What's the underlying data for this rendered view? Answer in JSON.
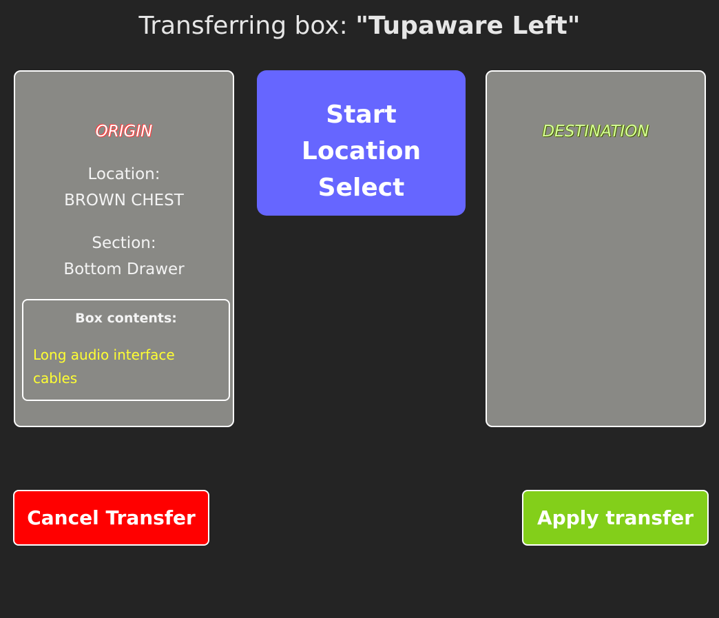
{
  "header": {
    "prefix": "Transferring box: ",
    "box_name": "\"Tupaware Left\""
  },
  "origin": {
    "heading": "ORIGIN",
    "location_label": "Location:",
    "location_value": "BROWN CHEST",
    "section_label": "Section:",
    "section_value": "Bottom Drawer",
    "contents_label": "Box contents:",
    "contents_text": "Long audio interface cables"
  },
  "destination": {
    "heading": "DESTINATION"
  },
  "start_button": {
    "label": "Start Location Select"
  },
  "actions": {
    "cancel_label": "Cancel Transfer",
    "apply_label": "Apply transfer"
  },
  "colors": {
    "background": "#242424",
    "panel": "#898985",
    "start_button": "#6666ff",
    "cancel_button": "#ff0000",
    "apply_button": "#83cf1a",
    "contents_text": "#ffff33"
  }
}
